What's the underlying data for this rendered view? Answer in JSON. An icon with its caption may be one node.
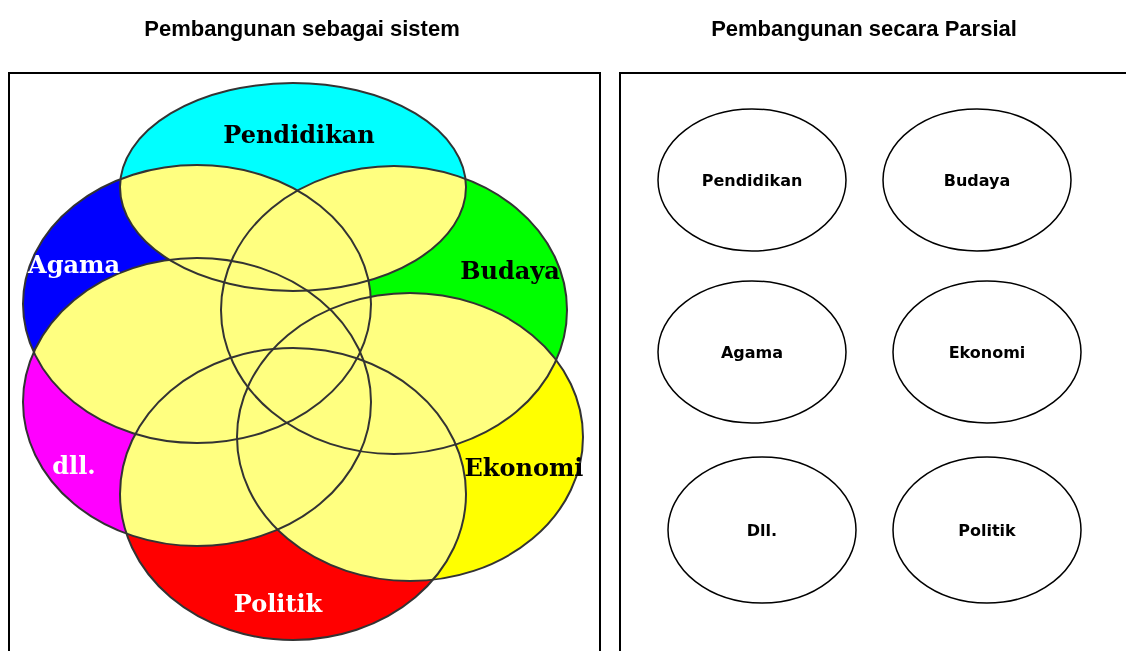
{
  "diagram": {
    "nodes": [
      {
        "text": [
          "Pembangunan sebagai sistem"
        ]
      },
      {
        "text": [
          "Pendidikan"
        ],
        "in": 0
      },
      {
        "text": [
          "Agama"
        ],
        "in": 0
      },
      {
        "text": [
          "Budaya"
        ],
        "in": 0
      },
      {
        "text": [
          "Ekonomi"
        ],
        "in": 0
      },
      {
        "text": [
          "dll."
        ],
        "in": 0
      },
      {
        "text": [
          "Politik"
        ],
        "in": 0
      },
      {
        "text": [
          "Pembangunan secara Parsial"
        ]
      },
      {
        "text": [
          "Pendidikan"
        ],
        "in": 7
      },
      {
        "text": [
          "Budaya"
        ],
        "in": 7
      },
      {
        "text": [
          "Agama"
        ],
        "in": 7
      },
      {
        "text": [
          "Ekonomi"
        ],
        "in": 7
      },
      {
        "text": [
          "Dll."
        ],
        "in": 7
      },
      {
        "text": [
          "Politik"
        ],
        "in": 7
      }
    ]
  }
}
